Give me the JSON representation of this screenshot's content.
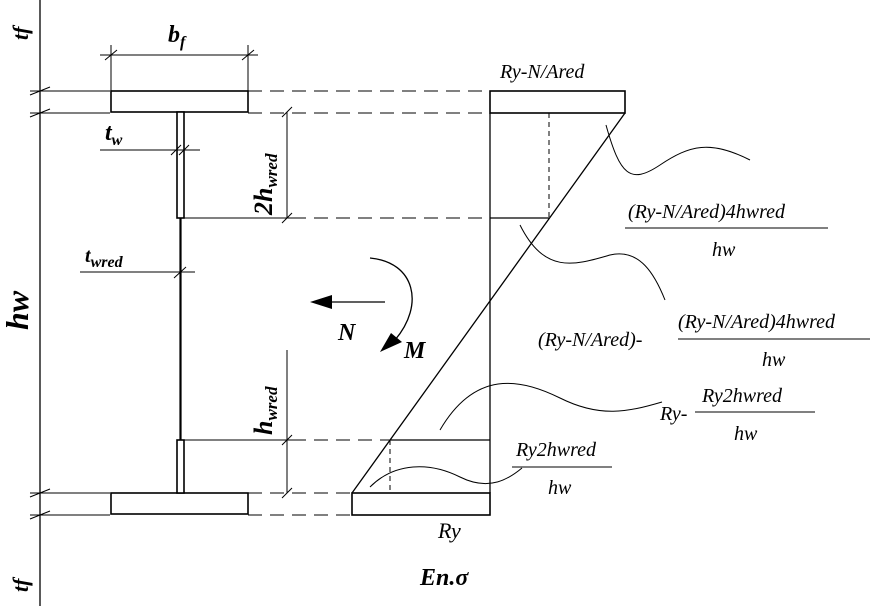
{
  "labels": {
    "tf_top": "tf",
    "tf_bottom": "tf",
    "hw": "hw",
    "bf": "b",
    "bf_sub": "f",
    "tw": "t",
    "tw_sub": "w",
    "twred": "t",
    "twred_sub": "wred",
    "two_hwred_pre": "2h",
    "two_hwred_sub": "wred",
    "hwred_pre": "h",
    "hwred_sub": "wred",
    "N": "N",
    "M": "M",
    "top_stress": "Ry-N/Ared",
    "frac1_num": "(Ry-N/Ared)4hwred",
    "frac1_den": "hw",
    "frac2_prefix": "(Ry-N/Ared)-",
    "frac2_num": "(Ry-N/Ared)4hwred",
    "frac2_den": "hw",
    "frac3_prefix": "Ry-",
    "frac3_num": "Ry2hwred",
    "frac3_den": "hw",
    "frac4_num": "Ry2hwred",
    "frac4_den": "hw",
    "Ry_bottom": "Ry",
    "caption": "En.σ"
  }
}
